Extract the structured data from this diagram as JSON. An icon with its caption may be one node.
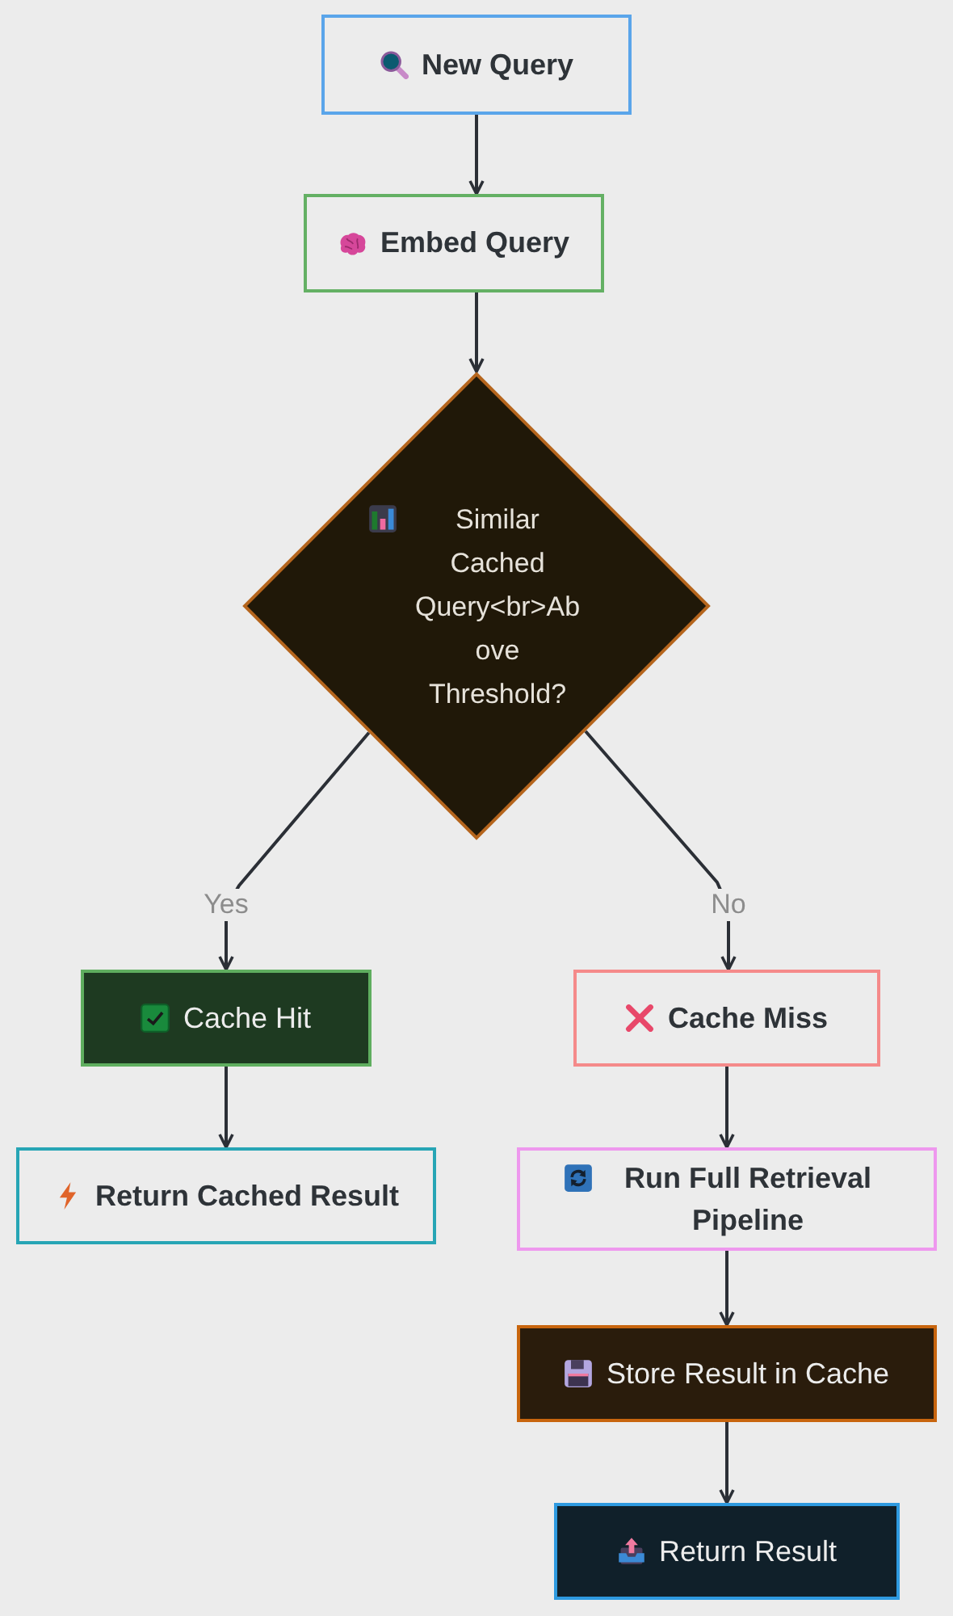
{
  "diagram": {
    "nodes": [
      {
        "text": [
          "New Query"
        ]
      },
      {
        "text": [
          "Embed Query"
        ]
      },
      {
        "text": [
          "Similar Cached Query<br>Above Threshold?"
        ]
      },
      {
        "text": [
          "Cache Hit"
        ]
      },
      {
        "text": [
          "Return Cached Result"
        ]
      },
      {
        "text": [
          "Cache Miss"
        ]
      },
      {
        "text": [
          "Run Full Retrieval Pipeline"
        ]
      },
      {
        "text": [
          "Store Result in Cache"
        ]
      },
      {
        "text": [
          "Return Result"
        ]
      }
    ],
    "edges": [
      {
        "from": 0,
        "to": 1,
        "arrow": "to"
      },
      {
        "from": 1,
        "to": 2,
        "arrow": "to"
      },
      {
        "from": 2,
        "to": 3,
        "label": "Yes",
        "arrow": "to"
      },
      {
        "from": 2,
        "to": 5,
        "label": "No",
        "arrow": "to"
      },
      {
        "from": 3,
        "to": 4,
        "arrow": "to"
      },
      {
        "from": 5,
        "to": 6,
        "arrow": "to"
      },
      {
        "from": 6,
        "to": 7,
        "arrow": "to"
      },
      {
        "from": 7,
        "to": 8,
        "arrow": "to"
      }
    ]
  }
}
